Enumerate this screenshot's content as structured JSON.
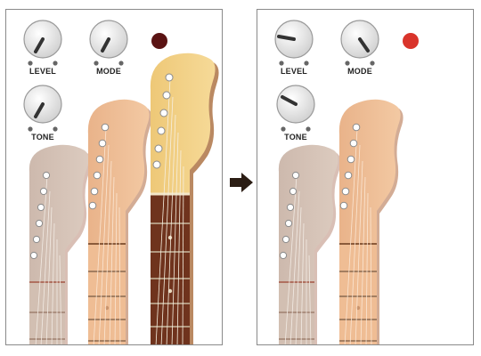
{
  "left_panel": {
    "labels": {
      "level": "LEVEL",
      "mode": "MODE",
      "tone": "TONE"
    },
    "indicator_color": "#5a1313",
    "guitar_colors": [
      "#d6c3b6",
      "#efbd94",
      "#f1d083"
    ],
    "fretboard_color": "#6f331d"
  },
  "right_panel": {
    "labels": {
      "level": "LEVEL",
      "mode": "MODE",
      "tone": "TONE"
    },
    "indicator_color": "#d9342b",
    "guitar_colors": [
      "#d6c3b6",
      "#efbd94"
    ]
  },
  "arrow": {
    "icon": "arrow-right-icon",
    "color": "#2b1d14"
  }
}
